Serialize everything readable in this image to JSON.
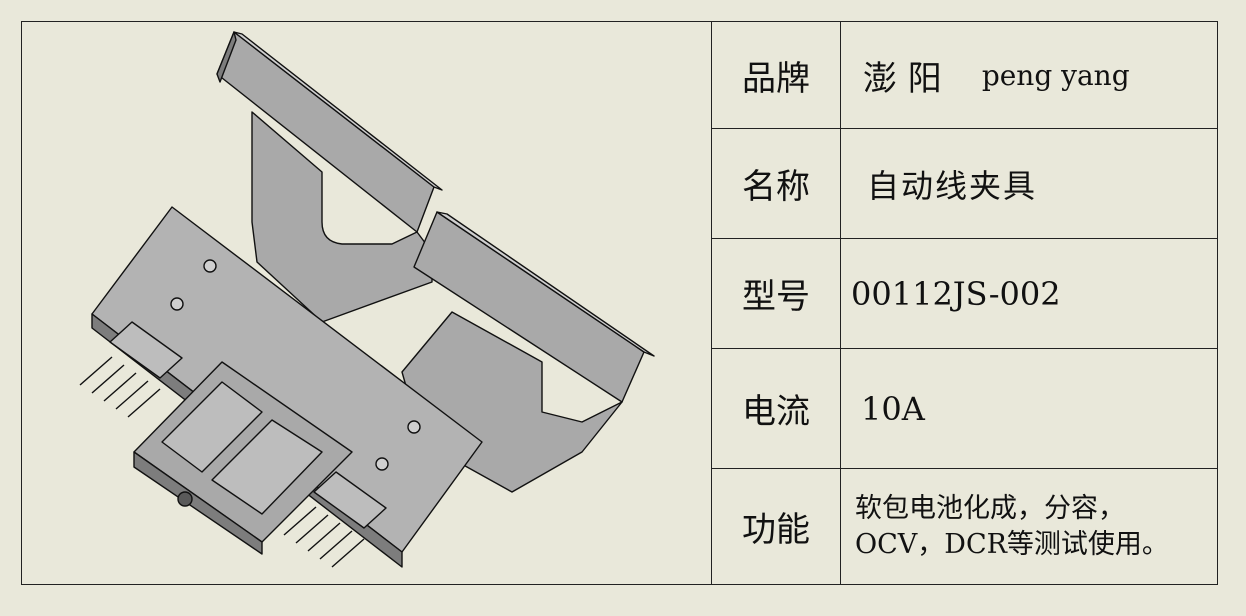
{
  "spec_table": {
    "brand": {
      "label": "品牌",
      "value_cn": "澎 阳",
      "value_en": "peng yang"
    },
    "name": {
      "label": "名称",
      "value": "自动线夹具"
    },
    "model": {
      "label": "型号",
      "value": "00112JS-002"
    },
    "current": {
      "label": "电流",
      "value": "10A"
    },
    "function": {
      "label": "功能",
      "line1": "软包电池化成，分容，",
      "line2": "OCV，DCR等测试使用。"
    }
  },
  "colors": {
    "background": "#e9e8da",
    "part_face": "#a9a9a9",
    "part_dark": "#7d7d7d",
    "part_light": "#d0d0d0",
    "outline": "#111111"
  }
}
